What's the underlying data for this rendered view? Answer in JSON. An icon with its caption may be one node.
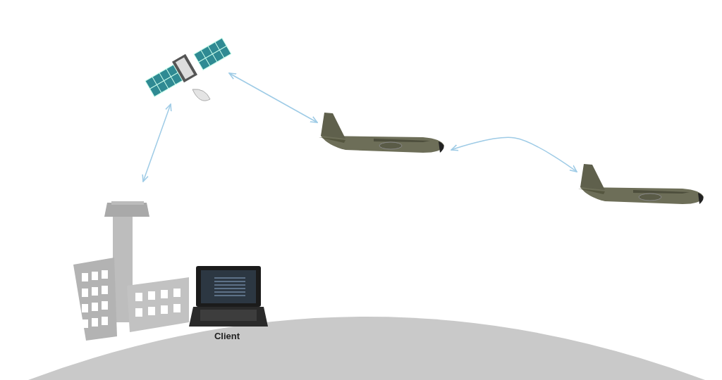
{
  "diagram": {
    "nodes": [
      {
        "text": [],
        "shape": "picture"
      },
      {
        "text": [],
        "shape": "picture"
      },
      {
        "text": [],
        "shape": "picture"
      },
      {
        "text": [],
        "shape": "picture"
      },
      {
        "text": [
          "Client"
        ]
      }
    ],
    "edges": [
      {
        "from": 0,
        "to": 3,
        "arrow": "both"
      },
      {
        "from": 0,
        "to": 1,
        "arrow": "both"
      },
      {
        "from": 1,
        "to": 2,
        "arrow": "both"
      }
    ]
  }
}
